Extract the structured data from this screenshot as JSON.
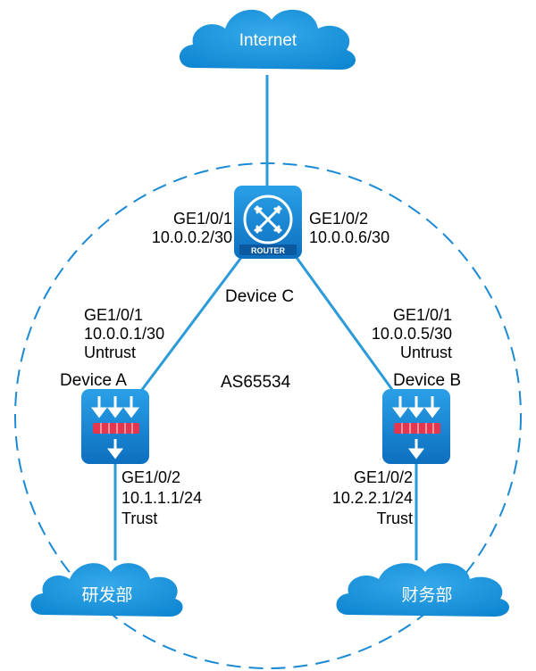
{
  "clouds": {
    "internet": "Internet",
    "rnd": "研发部",
    "finance": "财务部"
  },
  "as_label": "AS65534",
  "router_badge": "ROUTER",
  "device_c": {
    "name": "Device C",
    "left_port": "GE1/0/1",
    "left_ip": "10.0.0.2/30",
    "right_port": "GE1/0/2",
    "right_ip": "10.0.0.6/30"
  },
  "device_a": {
    "name": "Device A",
    "up_port": "GE1/0/1",
    "up_ip": "10.0.0.1/30",
    "up_zone": "Untrust",
    "down_port": "GE1/0/2",
    "down_ip": "10.1.1.1/24",
    "down_zone": "Trust"
  },
  "device_b": {
    "name": "Device B",
    "up_port": "GE1/0/1",
    "up_ip": "10.0.0.5/30",
    "up_zone": "Untrust",
    "down_port": "GE1/0/2",
    "down_ip": "10.2.2.1/24",
    "down_zone": "Trust"
  },
  "colors": {
    "cloud": "#1296db",
    "device": "#1a7fd0",
    "link": "#2a9ad8",
    "dash": "#1a8ad4",
    "firewall_bar": "#e5364f"
  }
}
